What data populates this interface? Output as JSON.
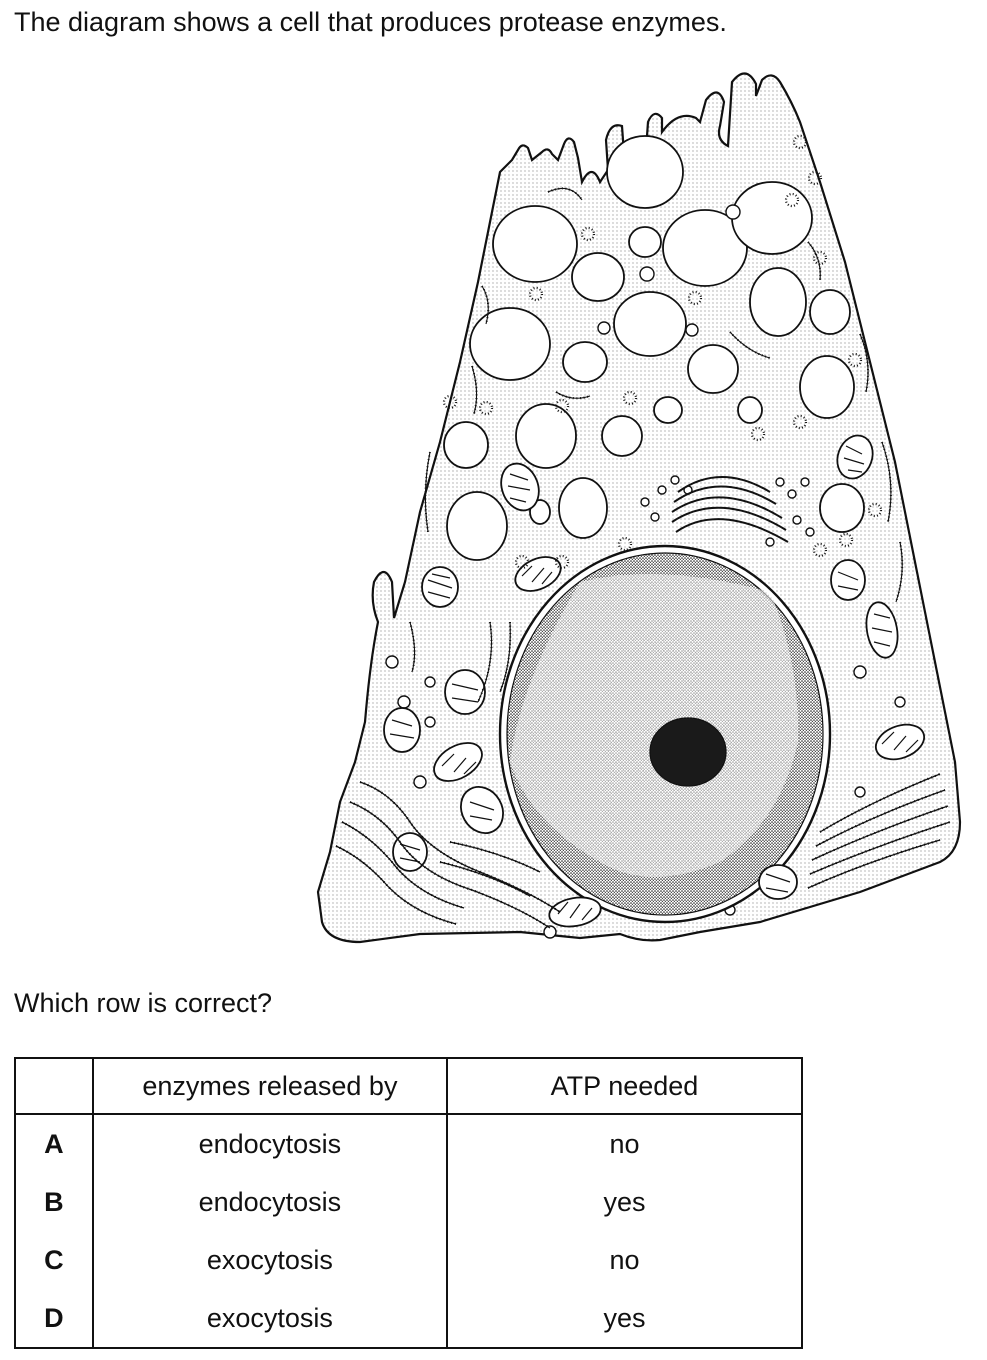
{
  "intro_text": "The diagram shows a cell that produces protease enzymes.",
  "question_text": "Which row is correct?",
  "table": {
    "headers": [
      "",
      "enzymes released by",
      "ATP needed"
    ],
    "rows": [
      {
        "key": "A",
        "released_by": "endocytosis",
        "atp": "no"
      },
      {
        "key": "B",
        "released_by": "endocytosis",
        "atp": "yes"
      },
      {
        "key": "C",
        "released_by": "exocytosis",
        "atp": "no"
      },
      {
        "key": "D",
        "released_by": "exocytosis",
        "atp": "yes"
      }
    ]
  }
}
